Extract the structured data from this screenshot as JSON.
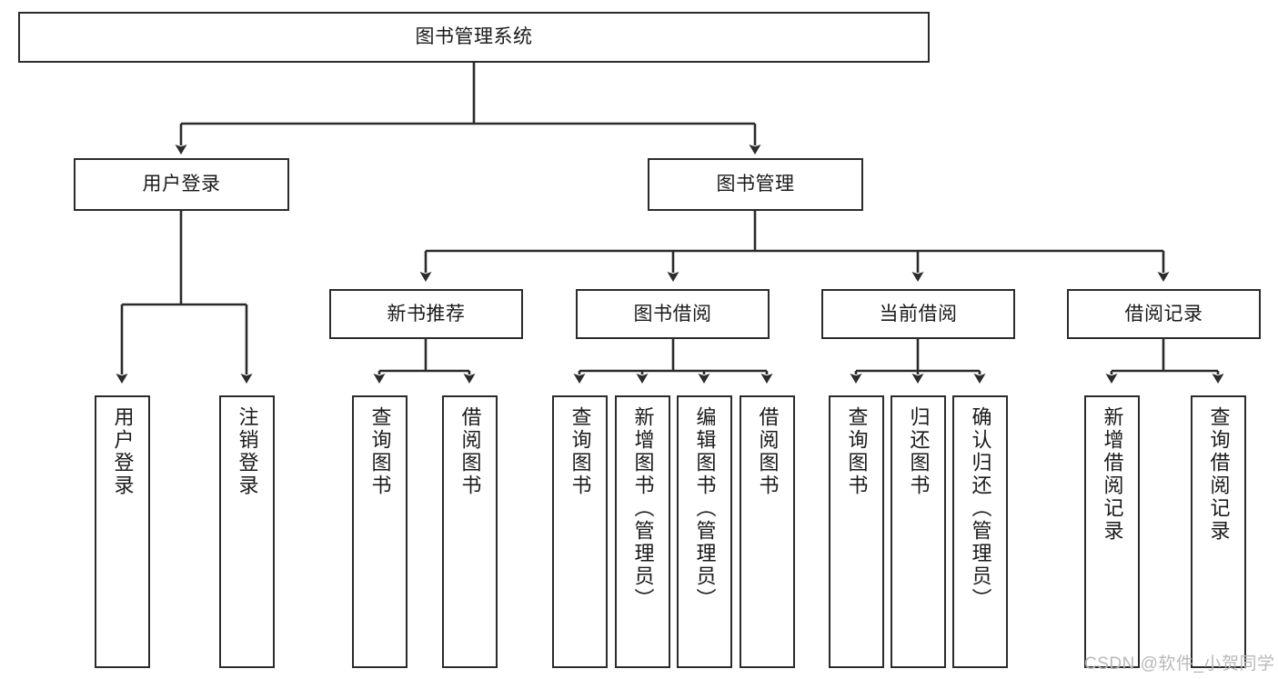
{
  "diagram": {
    "type": "tree",
    "title": "图书管理系统",
    "line_color": "#2b2b2b",
    "box_fill": "#ffffff",
    "text_color": "#1a1a1a",
    "nodes": {
      "root": {
        "label": "图书管理系统"
      },
      "level2": [
        {
          "label": "用户登录"
        },
        {
          "label": "图书管理"
        }
      ],
      "level3": [
        {
          "label": "新书推荐"
        },
        {
          "label": "图书借阅"
        },
        {
          "label": "当前借阅"
        },
        {
          "label": "借阅记录"
        }
      ],
      "leaves_user_login": [
        {
          "label": "用户登录"
        },
        {
          "label": "注销登录"
        }
      ],
      "leaves_new_book": [
        {
          "label": "查询图书"
        },
        {
          "label": "借阅图书"
        }
      ],
      "leaves_borrow": [
        {
          "label": "查询图书"
        },
        {
          "label": "新增图书（管理员）"
        },
        {
          "label": "编辑图书（管理员）"
        },
        {
          "label": "借阅图书"
        }
      ],
      "leaves_current": [
        {
          "label": "查询图书"
        },
        {
          "label": "归还图书"
        },
        {
          "label": "确认归还（管理员）"
        }
      ],
      "leaves_records": [
        {
          "label": "新增借阅记录"
        },
        {
          "label": "查询借阅记录"
        }
      ]
    }
  },
  "watermark": {
    "text": "CSDN @软件_小贺同学"
  }
}
